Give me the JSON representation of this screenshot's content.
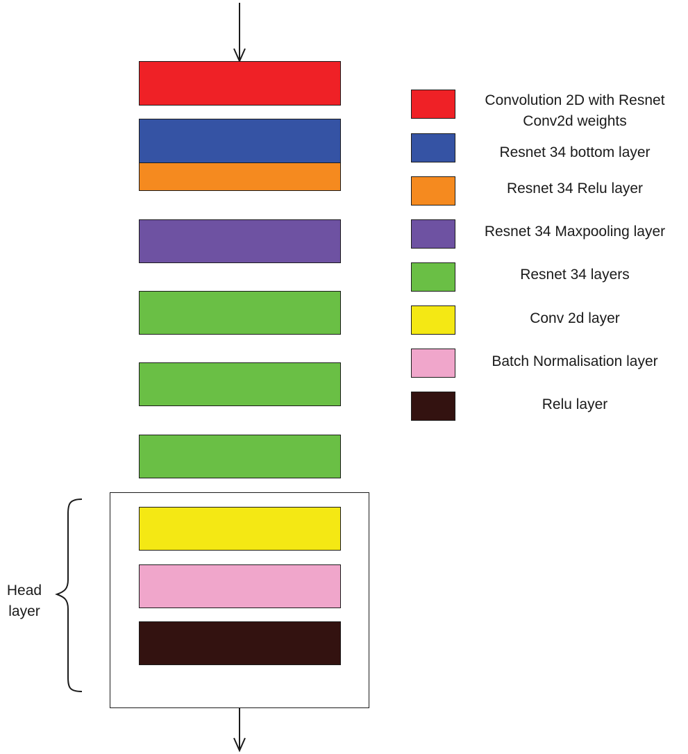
{
  "diagram": {
    "stack_blocks": [
      {
        "color": "#ef2126",
        "legend_ref": 0
      },
      {
        "color": "#3553a4",
        "legend_ref": 1
      },
      {
        "color": "#f58a1f",
        "legend_ref": 2
      },
      {
        "color": "#6e52a2",
        "legend_ref": 3
      },
      {
        "color": "#6abf45",
        "legend_ref": 4
      },
      {
        "color": "#6abf45",
        "legend_ref": 4
      },
      {
        "color": "#6abf45",
        "legend_ref": 4
      },
      {
        "color": "#f4e814",
        "legend_ref": 5
      },
      {
        "color": "#f0a6cb",
        "legend_ref": 6
      },
      {
        "color": "#331210",
        "legend_ref": 7
      }
    ],
    "head_group": {
      "label": "Head\nlayer",
      "block_count": 3
    },
    "legend": [
      {
        "color": "#ef2126",
        "label": "Convolution 2D with Resnet\nConv2d weights"
      },
      {
        "color": "#3553a4",
        "label": "Resnet 34 bottom layer"
      },
      {
        "color": "#f58a1f",
        "label": "Resnet 34 Relu layer"
      },
      {
        "color": "#6e52a2",
        "label": "Resnet 34 Maxpooling layer"
      },
      {
        "color": "#6abf45",
        "label": "Resnet 34 layers"
      },
      {
        "color": "#f4e814",
        "label": "Conv 2d layer"
      },
      {
        "color": "#f0a6cb",
        "label": "Batch Normalisation layer"
      },
      {
        "color": "#331210",
        "label": "Relu layer"
      }
    ]
  }
}
